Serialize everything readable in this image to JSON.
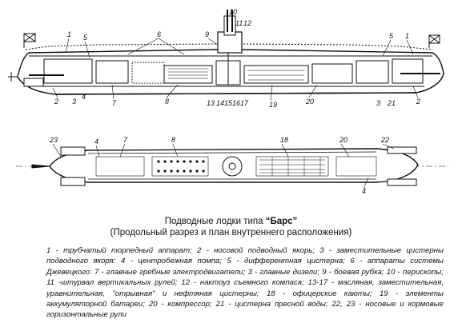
{
  "caption": {
    "title_prefix": "Подводные лодки типа ",
    "title_name": "“Барс”",
    "subtitle": "(Продольный разрез и план внутреннего расположения)"
  },
  "legend_text": "1 - трубчатый торпедный аппарат; 2 - носовой подводный якорь; 3 - заместительные цистерны подводного якоря: 4 - центробежная помпа; 5 - дифферентная цистерна; 6 - аппараты системы Джевецкого: 7 - главные гребные электродвигатели; 3 - главные дизели; 9 - боевая рубка; 10 - перископы; 11 -штурвал вертикальных рулей; 12 - нактоуз съемного компаса; 13-17 - масляная, заместительная, уравнительная, \"отрывная\" и нефтяная цистерны; 18 - офицерские каюты; 19 - элементы аккумуляторной батареи; 20 - компрессор; 21 - цистерна пресной воды; 22, 23 - носовые и кормовые горизонтальные рули",
  "callouts": {
    "profile": [
      "1",
      "5",
      "6",
      "10",
      "11",
      "12",
      "9",
      "5",
      "1",
      "2",
      "3",
      "4",
      "7",
      "8",
      "13",
      "14",
      "15",
      "16",
      "17",
      "19",
      "20",
      "3",
      "21",
      "2"
    ],
    "plan": [
      "23",
      "4",
      "7",
      "8",
      "18",
      "20",
      "22",
      "4"
    ]
  }
}
